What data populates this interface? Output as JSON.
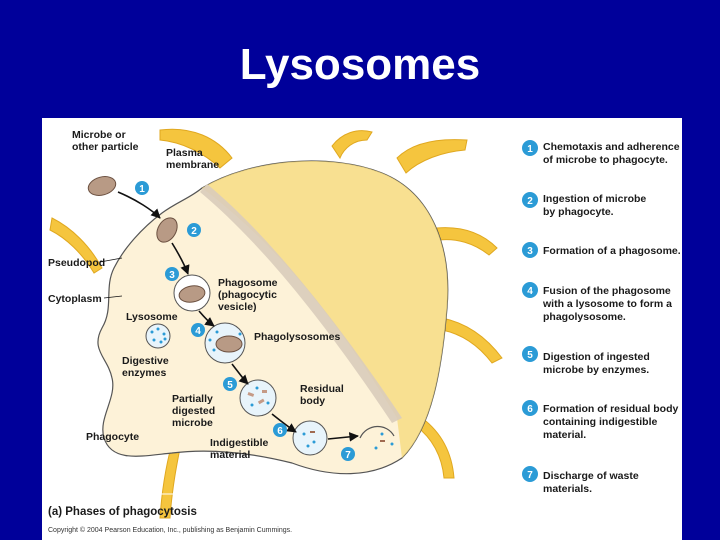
{
  "title": "Lysosomes",
  "labels": {
    "microbe": [
      "Microbe or",
      "other particle"
    ],
    "plasma": [
      "Plasma",
      "membrane"
    ],
    "pseudopod": "Pseudopod",
    "cytoplasm": "Cytoplasm",
    "phagosome": [
      "Phagosome",
      "(phagocytic",
      "vesicle)"
    ],
    "lysosome": "Lysosome",
    "phagolysosomes": "Phagolysosomes",
    "digestive": [
      "Digestive",
      "enzymes"
    ],
    "partially": [
      "Partially",
      "digested",
      "microbe"
    ],
    "residual": [
      "Residual",
      "body"
    ],
    "phagocyte": "Phagocyte",
    "indigestible": [
      "Indigestible",
      "material"
    ]
  },
  "steps": [
    {
      "num": "1",
      "lines": [
        "Chemotaxis and adherence",
        "of microbe to phagocyte."
      ]
    },
    {
      "num": "2",
      "lines": [
        "Ingestion of microbe",
        "by phagocyte."
      ]
    },
    {
      "num": "3",
      "lines": [
        "Formation of a phagosome."
      ]
    },
    {
      "num": "4",
      "lines": [
        "Fusion of the phagosome",
        "with a lysosome to form a",
        "phagolysosome."
      ]
    },
    {
      "num": "5",
      "lines": [
        "Digestion of ingested",
        "microbe by enzymes."
      ]
    },
    {
      "num": "6",
      "lines": [
        "Formation of residual body",
        "containing indigestible",
        "material."
      ]
    },
    {
      "num": "7",
      "lines": [
        "Discharge of waste",
        "materials."
      ]
    }
  ],
  "caption": "(a) Phases of phagocytosis",
  "copyright": "Copyright © 2004 Pearson Education, Inc., publishing as Benjamin Cummings.",
  "colors": {
    "background": "#00009a",
    "cell": "#fde9a0",
    "cell_dark": "#f5c53e",
    "badge": "#2b9bd6"
  }
}
